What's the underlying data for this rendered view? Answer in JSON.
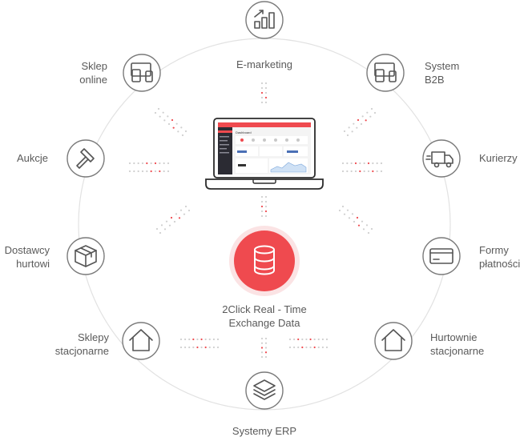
{
  "hub": {
    "label_lines": [
      "2Click Real - Time",
      "Exchange Data"
    ],
    "icon": "database-icon",
    "accent": "#ef4a4f",
    "halo": "#fbe3e4"
  },
  "laptop_screen": {
    "header_text": "Dashboard"
  },
  "nodes": [
    {
      "id": "e-marketing",
      "label_lines": [
        "E-marketing"
      ],
      "icon": "bar-chart-icon"
    },
    {
      "id": "system-b2b",
      "label_lines": [
        "System",
        "B2B"
      ],
      "icon": "devices-icon"
    },
    {
      "id": "kurierzy",
      "label_lines": [
        "Kurierzy"
      ],
      "icon": "delivery-truck-icon"
    },
    {
      "id": "formy-platnosci",
      "label_lines": [
        "Formy",
        "płatności"
      ],
      "icon": "credit-card-icon"
    },
    {
      "id": "hurtownie-stacjonarne",
      "label_lines": [
        "Hurtownie",
        "stacjonarne"
      ],
      "icon": "house-icon"
    },
    {
      "id": "systemy-erp",
      "label_lines": [
        "Systemy ERP"
      ],
      "icon": "layers-icon"
    },
    {
      "id": "sklepy-stacjonarne",
      "label_lines": [
        "Sklepy",
        "stacjonarne"
      ],
      "icon": "house-icon"
    },
    {
      "id": "dostawcy-hurtowi",
      "label_lines": [
        "Dostawcy",
        "hurtowi"
      ],
      "icon": "package-box-icon"
    },
    {
      "id": "aukcje",
      "label_lines": [
        "Aukcje"
      ],
      "icon": "gavel-icon"
    },
    {
      "id": "sklep-online",
      "label_lines": [
        "Sklep",
        "online"
      ],
      "icon": "devices-icon"
    }
  ],
  "colors": {
    "ring": "#e2e2e2",
    "node_stroke": "#7a7a7a",
    "dot_gray": "#cfcfcf",
    "dot_red": "#ef4a4f",
    "text": "#5a5a5a"
  }
}
